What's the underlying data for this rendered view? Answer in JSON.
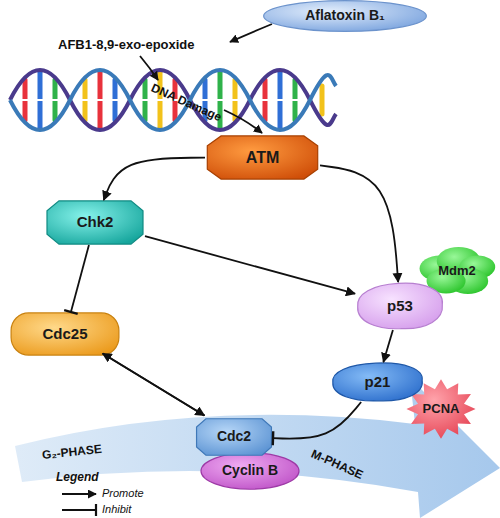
{
  "diagram": {
    "nodes": [
      {
        "text": [
          "Aflatoxin B₁"
        ]
      },
      {
        "text": [
          "ATM"
        ]
      },
      {
        "text": [
          "Chk2"
        ]
      },
      {
        "text": [
          "Mdm2"
        ]
      },
      {
        "text": [
          "p53"
        ]
      },
      {
        "text": [
          "Cdc25"
        ]
      },
      {
        "text": [
          "p21"
        ]
      },
      {
        "text": [
          "PCNA"
        ]
      },
      {
        "text": [
          "Cdc2"
        ]
      },
      {
        "text": [
          "Cyclin B"
        ]
      }
    ],
    "edges": [
      {
        "from": 1,
        "to": 2,
        "arrow": "to"
      },
      {
        "from": 1,
        "to": 4,
        "arrow": "to"
      },
      {
        "from": 2,
        "to": 4,
        "arrow": "to"
      },
      {
        "from": 2,
        "to": 5,
        "arrow": "to"
      },
      {
        "from": 4,
        "to": 6,
        "arrow": "to"
      },
      {
        "from": 6,
        "to": 8,
        "arrow": "to"
      },
      {
        "from": 5,
        "to": 8,
        "arrow": "to"
      },
      {
        "from": 8,
        "to": 5,
        "arrow": "to"
      }
    ],
    "labels": [
      "AFB1-8,9-exo-epoxide",
      "DNA Damage",
      "G₂-PHASE",
      "M-PHASE",
      "Legend"
    ],
    "legend": [
      {
        "text": "Promote"
      },
      {
        "text": "Inhibit"
      }
    ]
  }
}
